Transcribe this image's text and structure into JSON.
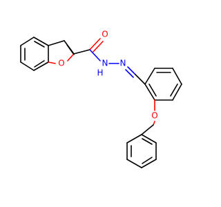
{
  "molecule": {
    "atoms": {
      "carbonyl_oxygen": "O",
      "furan_oxygen": "O",
      "amide_nitrogen": "N",
      "amide_hydrogen": "H",
      "imine_nitrogen": "N",
      "ether_oxygen": "O"
    },
    "colors": {
      "bond": "#000000",
      "oxygen": "#ff0000",
      "nitrogen": "#0000ff",
      "background": "#ffffff"
    }
  }
}
